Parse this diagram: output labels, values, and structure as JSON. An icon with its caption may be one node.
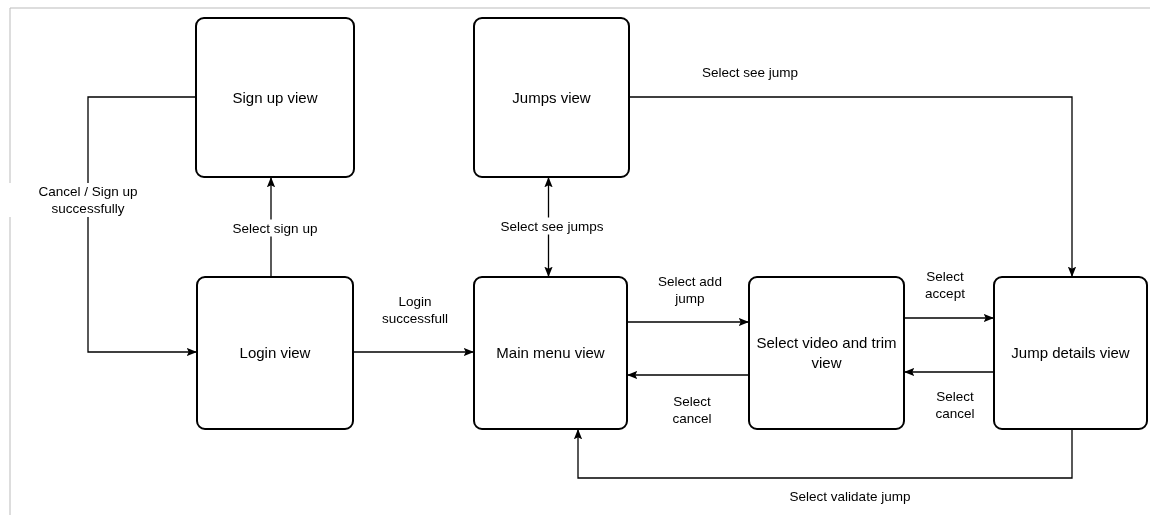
{
  "diagram": {
    "nodes": [
      {
        "text": [
          "Sign up view"
        ]
      },
      {
        "text": [
          "Jumps view"
        ]
      },
      {
        "text": [
          "Login view"
        ]
      },
      {
        "text": [
          "Main menu view"
        ]
      },
      {
        "text": [
          "Select video and trim view"
        ]
      },
      {
        "text": [
          "Jump details view"
        ]
      }
    ],
    "edges": [
      {
        "from": 2,
        "to": 0,
        "arrow": "to",
        "label": "Select sign up"
      },
      {
        "from": 0,
        "to": 2,
        "arrow": "to",
        "label": "Cancel / Sign up successfully"
      },
      {
        "from": 2,
        "to": 3,
        "arrow": "to",
        "label": "Login successfull"
      },
      {
        "from": 3,
        "to": 1,
        "arrow": "both",
        "label": "Select see jumps"
      },
      {
        "from": 1,
        "to": 5,
        "arrow": "to",
        "label": "Select see jump"
      },
      {
        "from": 3,
        "to": 4,
        "arrow": "to",
        "label": "Select add jump"
      },
      {
        "from": 4,
        "to": 3,
        "arrow": "to",
        "label": "Select cancel"
      },
      {
        "from": 4,
        "to": 5,
        "arrow": "to",
        "label": "Select accept"
      },
      {
        "from": 5,
        "to": 4,
        "arrow": "to",
        "label": "Select cancel"
      },
      {
        "from": 5,
        "to": 3,
        "arrow": "to",
        "label": "Select validate jump"
      }
    ]
  }
}
